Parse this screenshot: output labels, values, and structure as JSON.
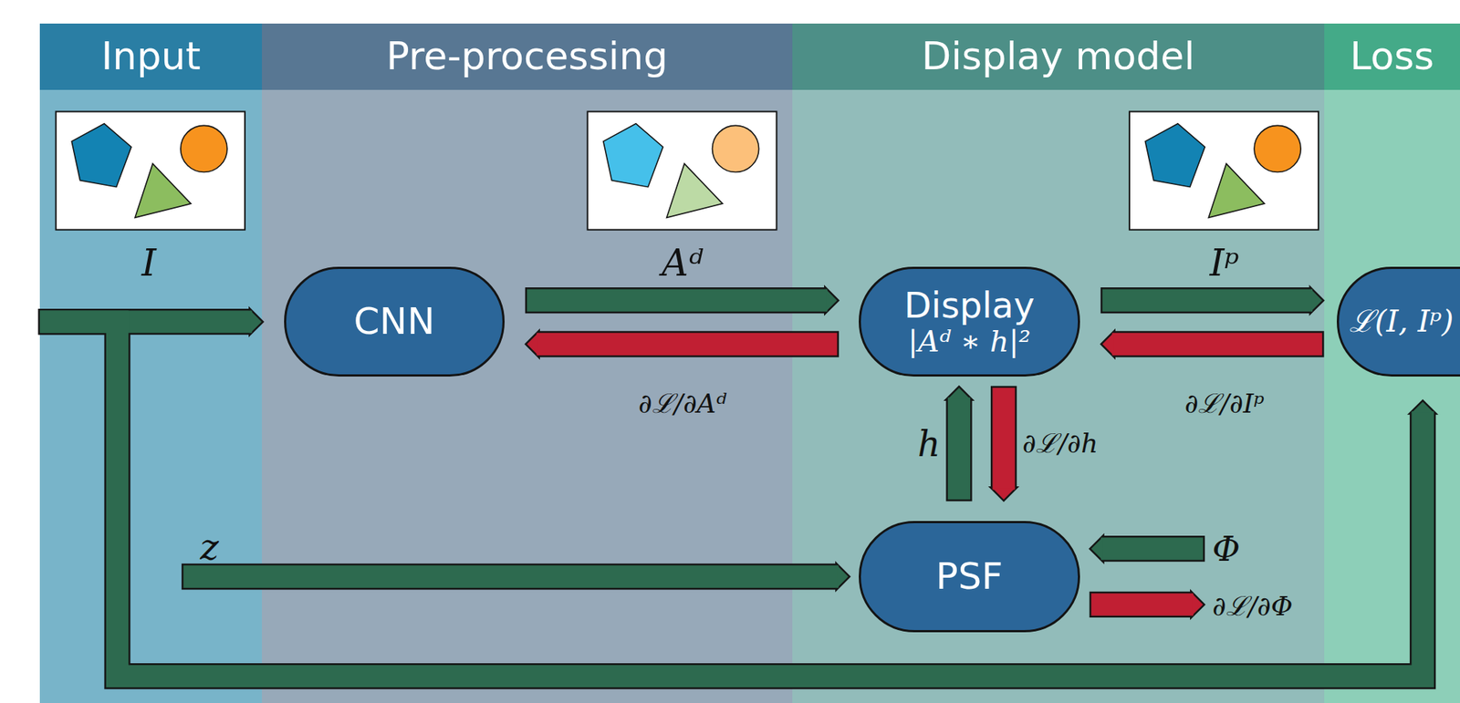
{
  "diagram": {
    "nodes": [
      {
        "text": [
          "Input"
        ]
      },
      {
        "text": [
          "Pre-processing"
        ]
      },
      {
        "text": [
          "CNN"
        ],
        "in": 1
      },
      {
        "text": [
          "Display model"
        ]
      },
      {
        "text": [
          "Display",
          "|Aᵈ ∗ h|²"
        ],
        "in": 3
      },
      {
        "text": [
          "PSF"
        ],
        "in": 3
      },
      {
        "text": [
          "Loss"
        ]
      },
      {
        "text": [
          "ℒ(I, Iᵖ)"
        ],
        "in": 6
      }
    ],
    "edges": [
      {
        "from": 0,
        "to": 2,
        "arrow": "to"
      },
      {
        "from": 2,
        "to": 4,
        "label": "Aᵈ",
        "arrow": "to"
      },
      {
        "from": 4,
        "to": 2,
        "label": "∂ℒ/∂Aᵈ",
        "arrow": "to"
      },
      {
        "from": 4,
        "to": 7,
        "label": "Iᵖ",
        "arrow": "to"
      },
      {
        "from": 7,
        "to": 4,
        "label": "∂ℒ/∂Iᵖ",
        "arrow": "to"
      },
      {
        "from": 5,
        "to": 4,
        "label": "h",
        "arrow": "to"
      },
      {
        "from": 4,
        "to": 5,
        "label": "∂ℒ/∂h",
        "arrow": "to"
      },
      {
        "from": 0,
        "to": 5,
        "label": "z",
        "arrow": "to"
      },
      {
        "from": 0,
        "to": 7,
        "arrow": "to"
      }
    ],
    "labels": [
      "I",
      "Φ",
      "∂ℒ/∂Φ"
    ]
  }
}
